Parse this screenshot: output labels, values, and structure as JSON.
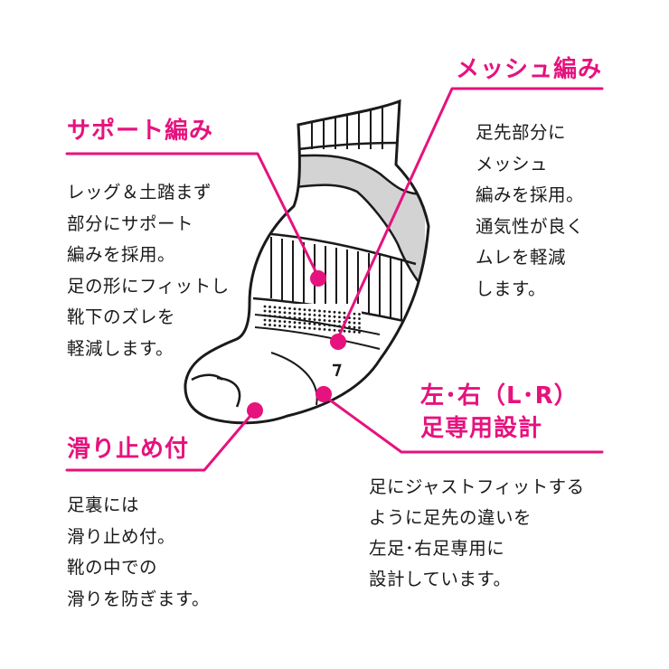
{
  "callouts": {
    "mesh": {
      "title": "メッシュ編み",
      "body": "足先部分に\nメッシュ\n編みを採用。\n通気性が良く\nムレを軽減\nします。"
    },
    "support": {
      "title": "サポート編み",
      "body": "レッグ＆土踏まず\n部分にサポート\n編みを採用。\n足の形にフィットし\n靴下のズレを\n軽減します。"
    },
    "lr": {
      "title": "左･右（L･R）\n足専用設計",
      "body": "足にジャストフィットする\nように足先の違いを\n左足･右足専用に\n設計しています。"
    },
    "slip": {
      "title": "滑り止め付",
      "body": "足裏には\n滑り止め付。\n靴の中での\n滑りを防ぎます。"
    }
  },
  "colors": {
    "accent": "#e6127e",
    "outline": "#1a1a1a",
    "mesh_band": "#d3d3d3"
  }
}
